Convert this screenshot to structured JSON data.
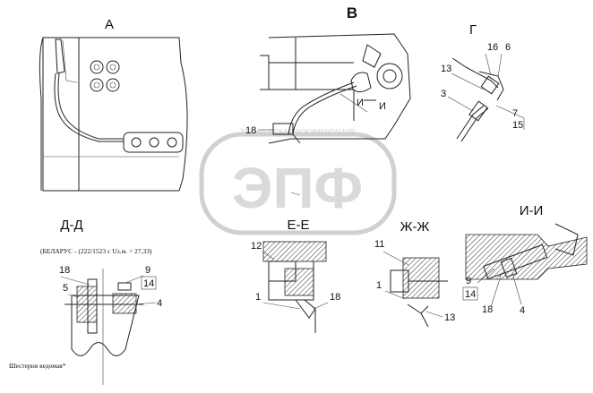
{
  "views": {
    "a": "А",
    "b": "В",
    "g": "Г",
    "dd": "Д-Д",
    "ee": "Е-Е",
    "zhzh": "Ж-Ж",
    "ii": "И-И"
  },
  "section_marks": {
    "i1": "И",
    "i2": "И"
  },
  "note": "(БЕЛАРУС - (222/1523 с Uз.м. = 27,33)",
  "bottom_label": "Шестерня ведомая*",
  "watermark": {
    "text": "ЭПФ",
    "subtitle": "ТЕХНИЧЕСКАЯ ДОКУМЕНТАЦИЯ"
  },
  "callouts": {
    "b_18": "18",
    "g_16": "16",
    "g_6": "6",
    "g_13": "13",
    "g_3": "3",
    "g_7": "7",
    "g_15": "15",
    "dd_18": "18",
    "dd_5": "5",
    "dd_9": "9",
    "dd_14": "14",
    "dd_4": "4",
    "ee_12": "12",
    "ee_1": "1",
    "ee_18": "18",
    "zh_11": "11",
    "zh_1": "1",
    "zh_13": "13",
    "ii_9": "9",
    "ii_14": "14",
    "ii_18": "18",
    "ii_4": "4"
  }
}
